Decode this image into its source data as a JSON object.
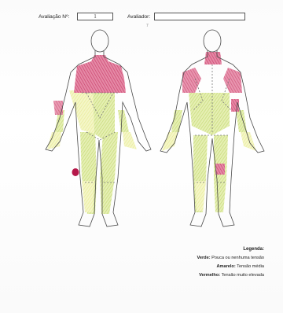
{
  "header": {
    "evaluation_label": "Avaliação Nº:",
    "evaluation_value": "1",
    "evaluator_label": "Avaliador:",
    "evaluator_value": "",
    "stray_mark": "7"
  },
  "legend": {
    "title": "Legenda:",
    "items": [
      {
        "key": "Verde:",
        "text": "Pouca ou nenhuma tensão",
        "color": "#d6e87a"
      },
      {
        "key": "Amarelo:",
        "text": "Tensão média",
        "color": "#eef08a"
      },
      {
        "key": "Vermelho:",
        "text": "Tensão muito elevada",
        "color": "#d24a6e"
      }
    ]
  },
  "colors": {
    "outline": "#4a4a4a",
    "green": "#cfe38a",
    "yellow": "#eef1a0",
    "red": "#d04a6c"
  },
  "figures": {
    "front_label": "front-view",
    "back_label": "back-view"
  }
}
